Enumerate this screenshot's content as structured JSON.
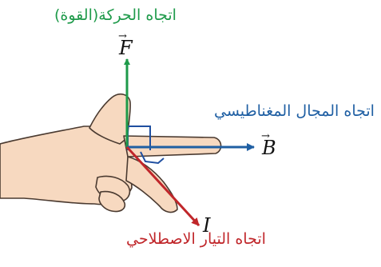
{
  "labels": {
    "force_direction": "اتجاه الحركة(القوة)",
    "field_direction": "اتجاه المجال المغناطيسي",
    "current_direction": "اتجاه التيار الاصطلاحي"
  },
  "symbols": {
    "force": "F",
    "field": "B",
    "current": "I",
    "vector_arrow": "→"
  },
  "colors": {
    "force": "#1e9a4a",
    "field": "#1f5fa3",
    "current": "#c0262a",
    "hand_fill": "#f7d9c0",
    "hand_stroke": "#4a3a30",
    "right_angle": "#1f4fa0"
  }
}
